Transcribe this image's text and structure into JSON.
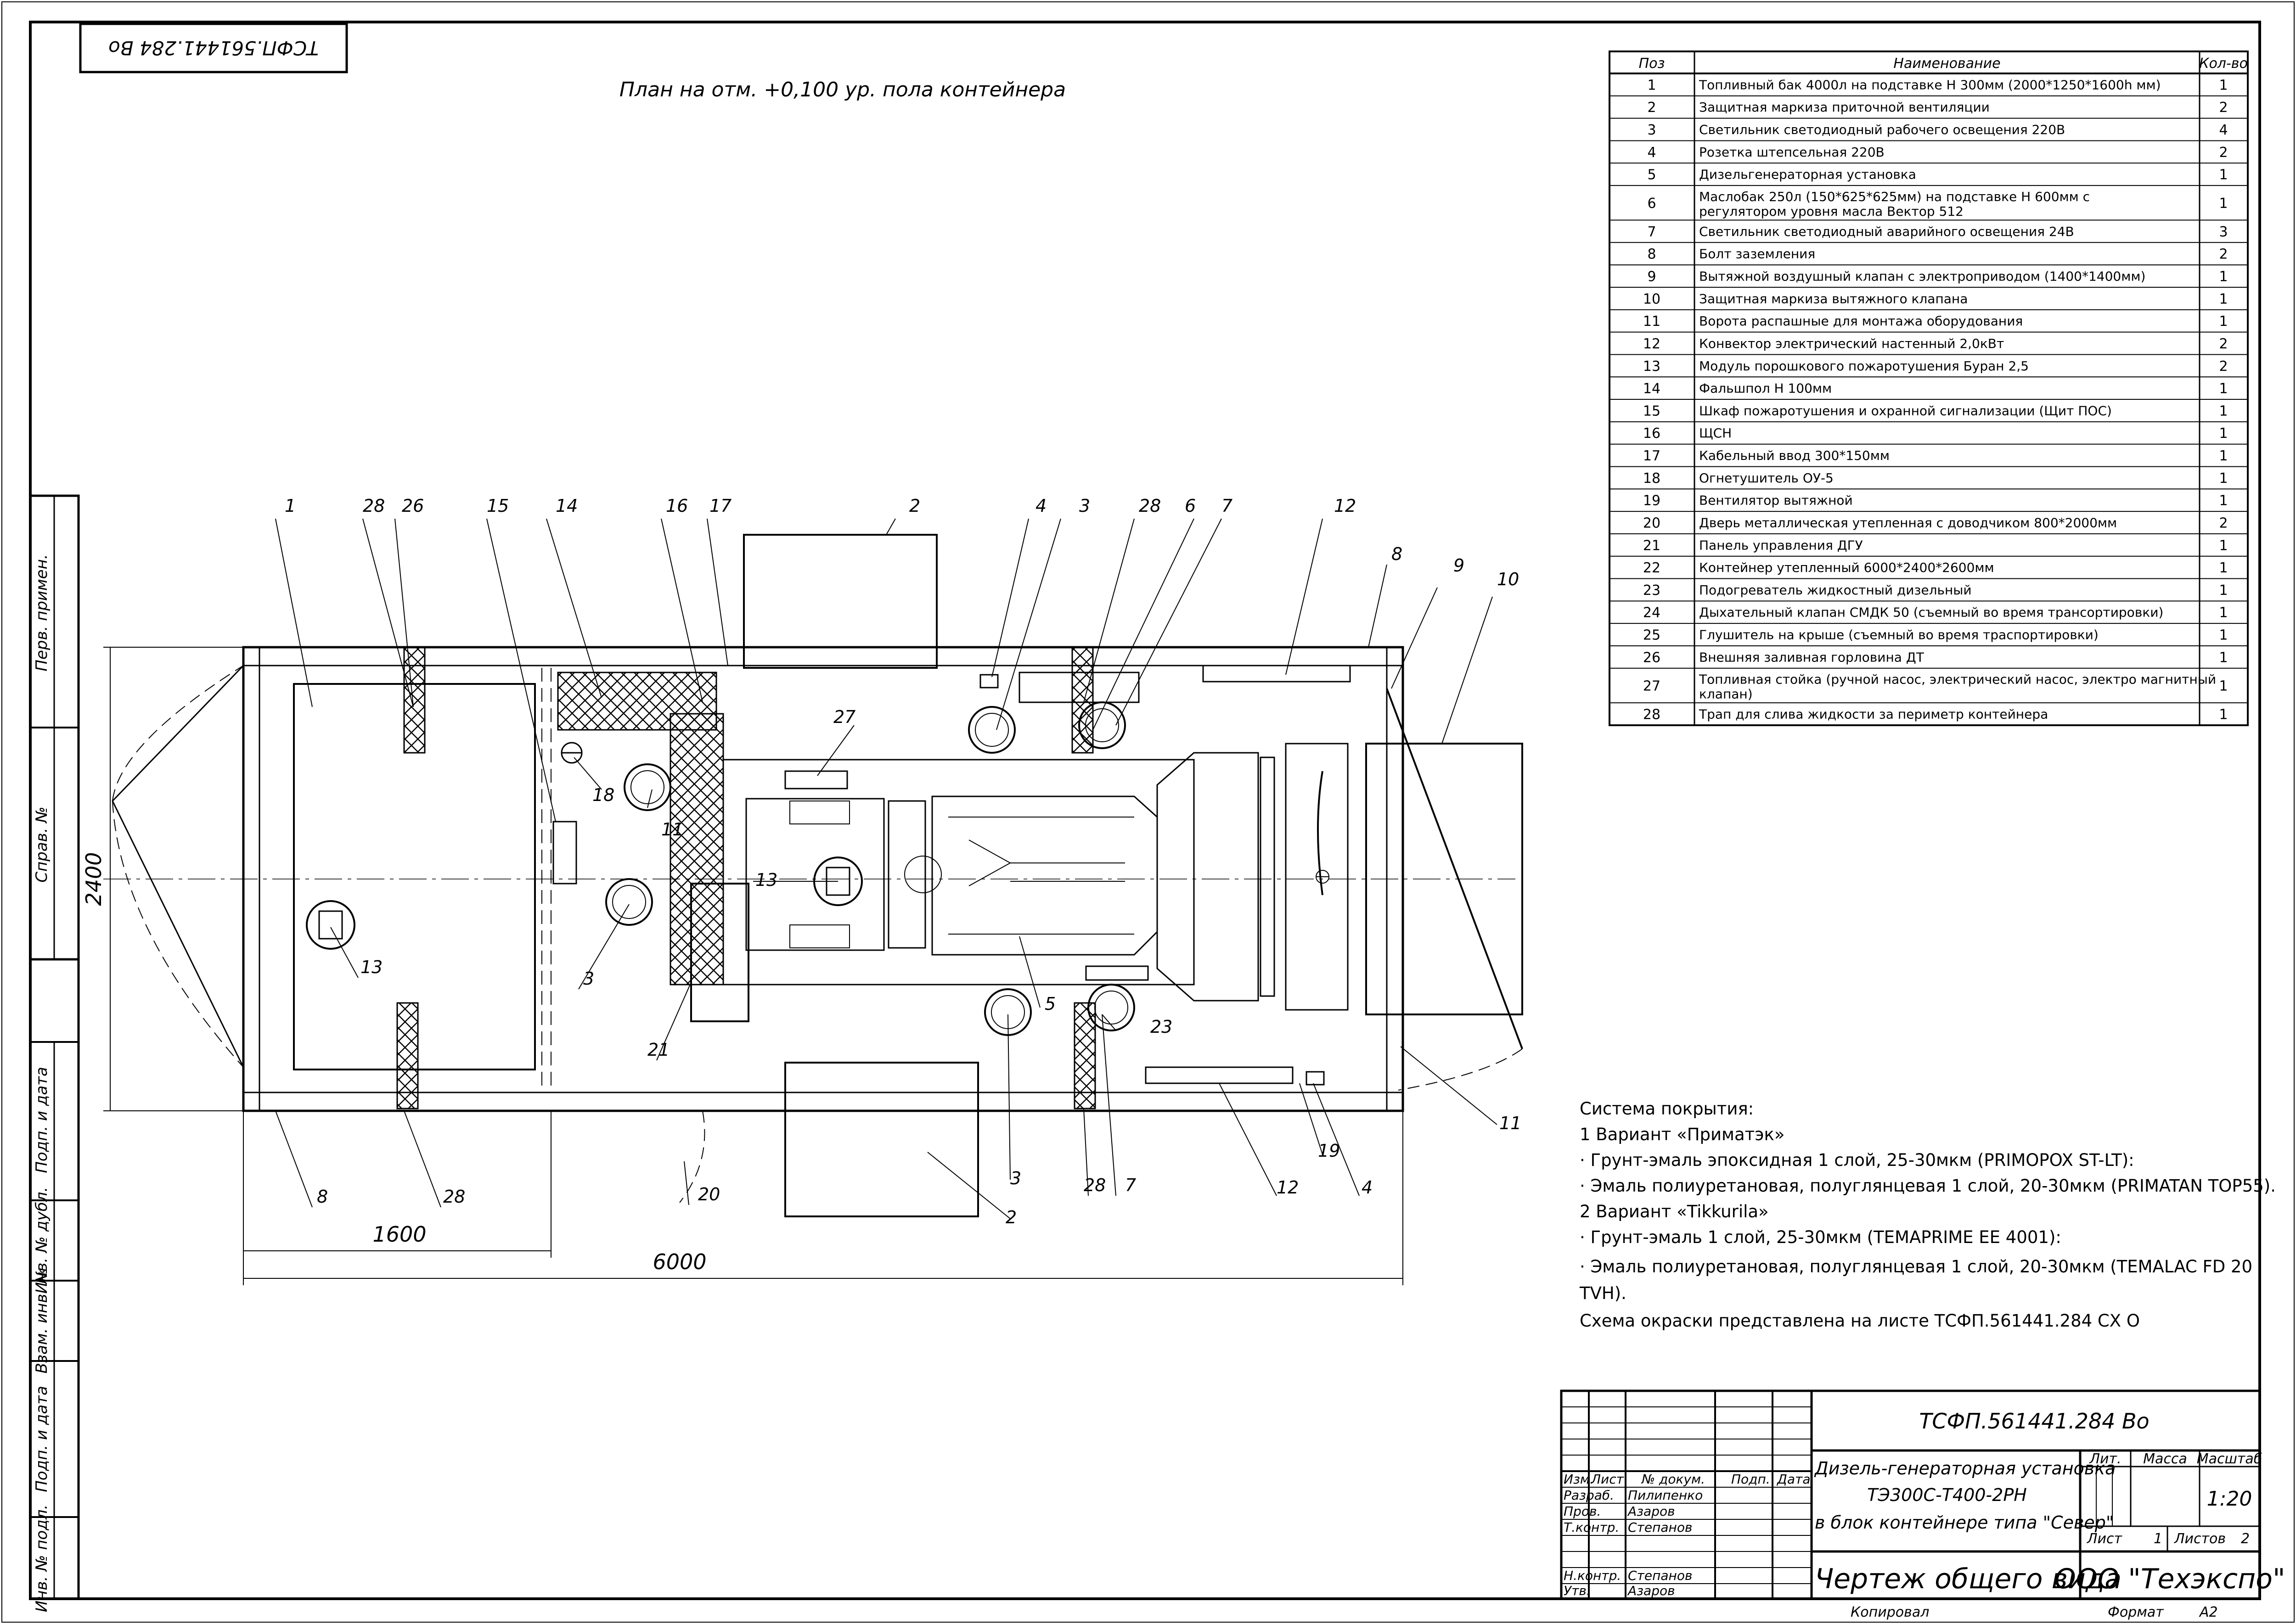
{
  "stamp_top": "ТСФП.561441.284 Во",
  "plan_title": "План на отм. +0,100 ур. пола контейнера",
  "spec_table": {
    "headers": [
      "Поз",
      "Наименование",
      "Кол-во"
    ],
    "rows": [
      [
        "1",
        "Топливный бак 4000л на подставке Н 300мм (2000*1250*1600h мм)",
        "1"
      ],
      [
        "2",
        "Защитная маркиза приточной вентиляции",
        "2"
      ],
      [
        "3",
        "Светильник светодиодный рабочего освещения 220В",
        "4"
      ],
      [
        "4",
        "Розетка штепсельная 220В",
        "2"
      ],
      [
        "5",
        "Дизельгенераторная установка",
        "1"
      ],
      [
        "6",
        "Маслобак 250л (150*625*625мм) на подставке Н 600мм с регулятором уровня масла Вектор 512",
        "1"
      ],
      [
        "7",
        "Светильник светодиодный аварийного освещения 24В",
        "3"
      ],
      [
        "8",
        "Болт заземления",
        "2"
      ],
      [
        "9",
        "Вытяжной воздушный клапан с электроприводом (1400*1400мм)",
        "1"
      ],
      [
        "10",
        "Защитная маркиза вытяжного клапана",
        "1"
      ],
      [
        "11",
        "Ворота распашные для монтажа оборудования",
        "1"
      ],
      [
        "12",
        "Конвектор электрический настенный 2,0кВт",
        "2"
      ],
      [
        "13",
        "Модуль порошкового пожаротушения Буран 2,5",
        "2"
      ],
      [
        "14",
        "Фальшпол Н 100мм",
        "1"
      ],
      [
        "15",
        "Шкаф пожаротушения и охранной сигнализации (Щит ПОС)",
        "1"
      ],
      [
        "16",
        "ЩСН",
        "1"
      ],
      [
        "17",
        "Кабельный ввод 300*150мм",
        "1"
      ],
      [
        "18",
        "Огнетушитель ОУ-5",
        "1"
      ],
      [
        "19",
        "Вентилятор вытяжной",
        "1"
      ],
      [
        "20",
        "Дверь металлическая утепленная с доводчиком 800*2000мм",
        "2"
      ],
      [
        "21",
        "Панель управления ДГУ",
        "1"
      ],
      [
        "22",
        "Контейнер утепленный 6000*2400*2600мм",
        "1"
      ],
      [
        "23",
        "Подогреватель жидкостный дизельный",
        "1"
      ],
      [
        "24",
        "Дыхательный клапан СМДК 50 (съемный во время трансортировки)",
        "1"
      ],
      [
        "25",
        "Глушитель на крыше (съемный во время траспортировки)",
        "1"
      ],
      [
        "26",
        "Внешняя заливная горловина ДТ",
        "1"
      ],
      [
        "27",
        "Топливная стойка (ручной насос, электрический насос, электро магнитный клапан)",
        "1"
      ],
      [
        "28",
        "Трап для слива жидкости за периметр контейнера",
        "1"
      ]
    ]
  },
  "left_margin_labels": [
    "Перв. примен.",
    "Справ. №",
    "Подп. и дата",
    "Инв. № дубл.",
    "Взам. инв. №",
    "Подп. и дата",
    "Инв. № подл."
  ],
  "dimensions": {
    "width_total": "6000",
    "width_part": "1600",
    "height": "2400"
  },
  "callouts": [
    "1",
    "28",
    "26",
    "15",
    "14",
    "16",
    "17",
    "2",
    "4",
    "3",
    "28",
    "6",
    "7",
    "12",
    "8",
    "9",
    "10",
    "27",
    "18",
    "11",
    "13",
    "13",
    "3",
    "21",
    "5",
    "23",
    "3",
    "28",
    "7",
    "12",
    "19",
    "4",
    "2",
    "8",
    "28",
    "20",
    "11"
  ],
  "coating_notes": [
    "Система покрытия:",
    "1 Вариант «Приматэк»",
    "· Грунт-эмаль эпоксидная 1 слой, 25-30мкм (PRIMOPOX ST-LT):",
    "· Эмаль полиуретановая, полуглянцевая 1 слой, 20-30мкм (PRIMATAN TOP55).",
    "2 Вариант «Tikkurila»",
    "· Грунт-эмаль 1 слой, 25-30мкм (TEMAPRIME EE 4001):",
    "· Эмаль полиуретановая, полуглянцевая 1 слой, 20-30мкм (TEMALAC FD 20",
    "TVH).",
    "Схема окраски представлена на листе ТСФП.561441.284 СХ О"
  ],
  "title_block": {
    "doc_number": "ТСФП.561441.284 Во",
    "headers": [
      "Изм.",
      "Лист",
      "№ докум.",
      "Подп.",
      "Дата"
    ],
    "roles": [
      [
        "Разраб.",
        "Пилипенко"
      ],
      [
        "Пров.",
        "Азаров"
      ],
      [
        "Т.контр.",
        "Степанов"
      ],
      [
        "",
        ""
      ],
      [
        "Н.контр.",
        "Степанов"
      ],
      [
        "Утв.",
        "Азаров"
      ]
    ],
    "product_lines": [
      "Дизель-генераторная установка",
      "ТЭ300С-Т400-2РН",
      "в блок контейнере типа \"Север\""
    ],
    "doc_type": "Чертеж общего вида",
    "lit_label": "Лит.",
    "mass_label": "Масса",
    "scale_label": "Масштаб",
    "scale_value": "1:20",
    "sheet_label": "Лист",
    "sheet_value": "1",
    "sheets_label": "Листов",
    "sheets_value": "2",
    "company": "ООО \"Техэкспо\"",
    "copied_label": "Копировал",
    "format_label": "Формат",
    "format_value": "А2"
  }
}
